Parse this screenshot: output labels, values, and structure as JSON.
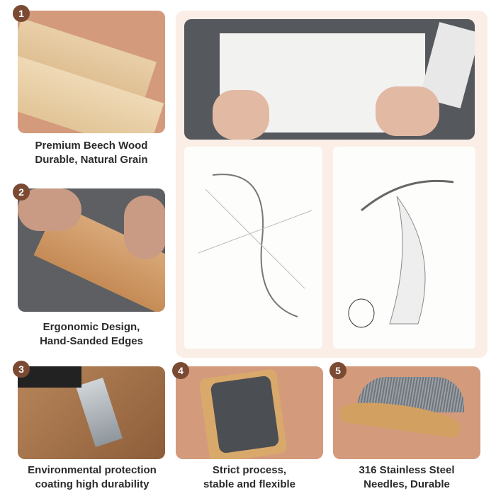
{
  "features": [
    {
      "number": "1",
      "line1": "Premium Beech Wood",
      "line2": "Durable, Natural Grain"
    },
    {
      "number": "2",
      "line1": "Ergonomic Design,",
      "line2": "Hand-Sanded Edges"
    },
    {
      "number": "3",
      "line1": "Environmental protection",
      "line2": "coating high durability"
    },
    {
      "number": "4",
      "line1": "Strict process,",
      "line2": "stable and flexible"
    },
    {
      "number": "5",
      "line1": "316 Stainless Steel",
      "line2": "Needles, Durable"
    }
  ],
  "colors": {
    "badge": "#7b4a33",
    "panel_bg": "#d39a7c",
    "design_bg": "#fbeee6"
  }
}
